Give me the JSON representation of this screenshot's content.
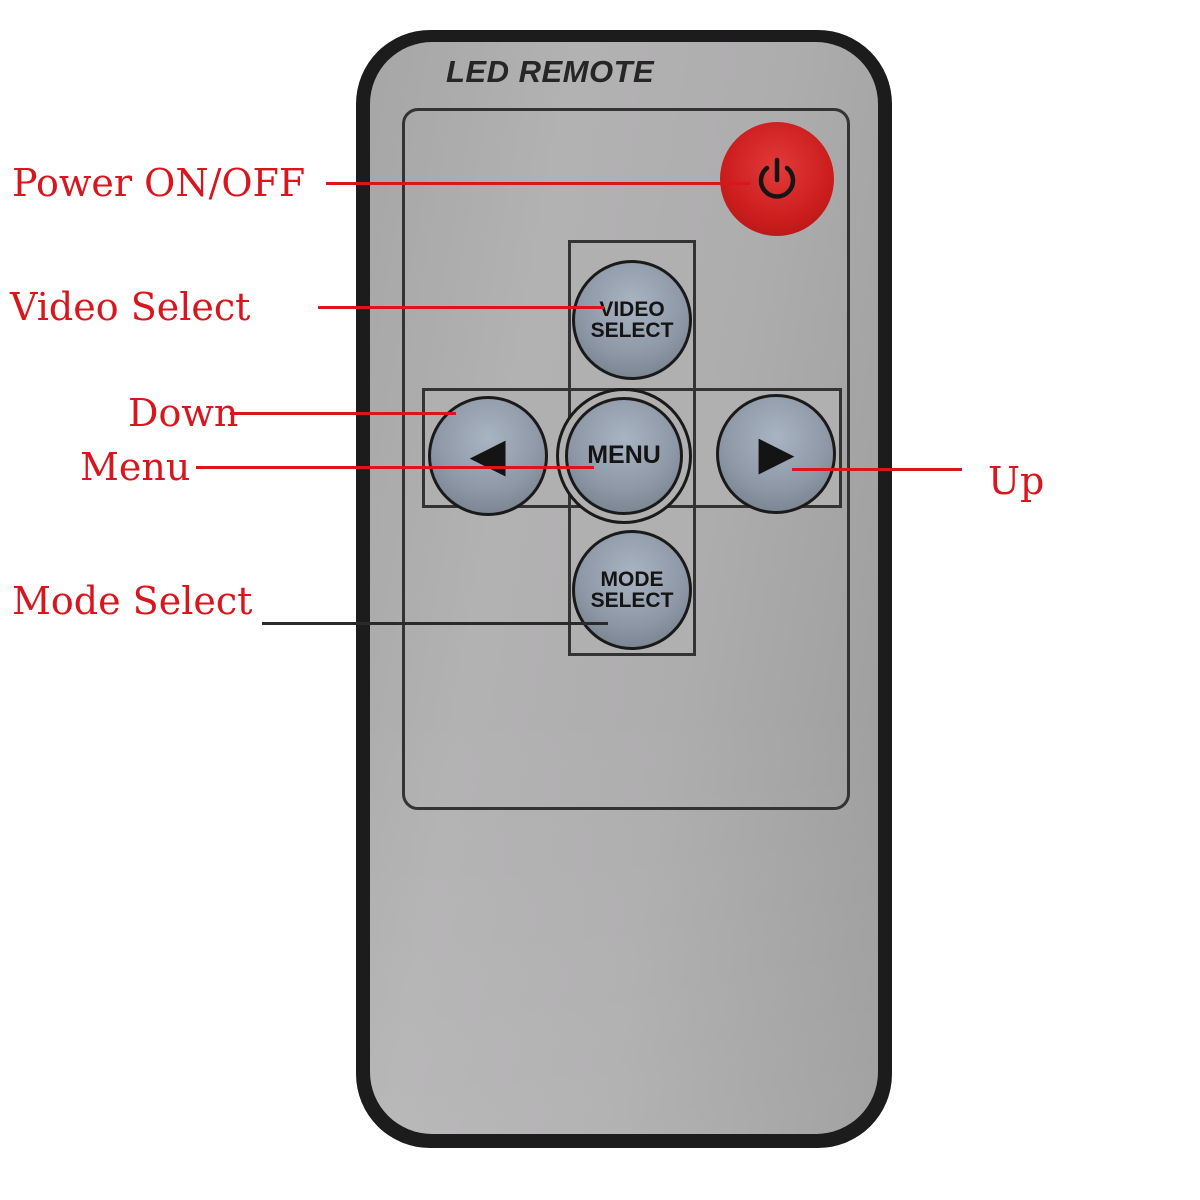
{
  "remote": {
    "title": "LED REMOTE",
    "buttons": {
      "video_select": [
        "VIDEO",
        "SELECT"
      ],
      "menu": "MENU",
      "mode_select": [
        "MODE",
        "SELECT"
      ],
      "left_arrow": "◀",
      "right_arrow": "▶"
    }
  },
  "annotations": {
    "power": "Power ON/OFF",
    "video_select": "Video Select",
    "down": "Down",
    "menu": "Menu",
    "up": "Up",
    "mode_select": "Mode Select"
  },
  "colors": {
    "label": "#d9151d",
    "power_button": "#cc1d1d",
    "button": "#8e98a6",
    "remote_body": "#1c1c1c",
    "remote_face": "#aeadae"
  }
}
